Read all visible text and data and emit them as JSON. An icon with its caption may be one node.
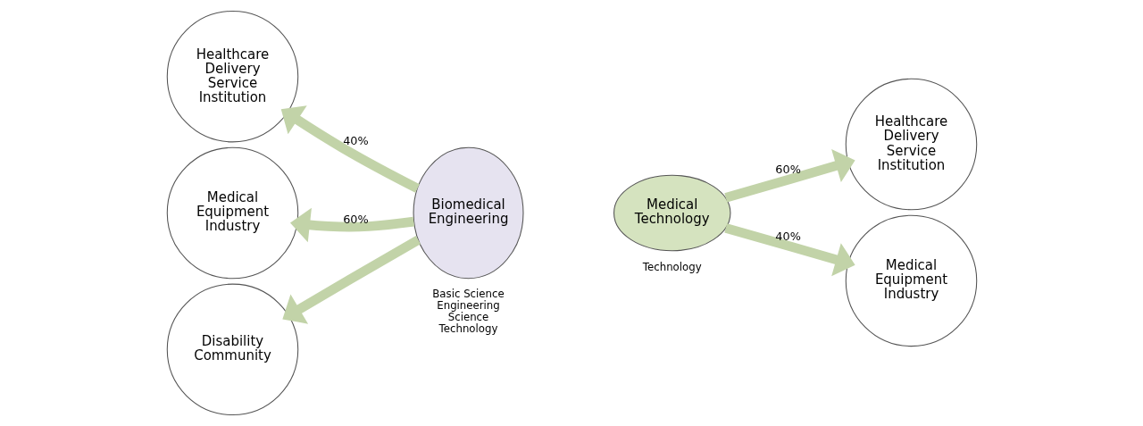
{
  "diagram": {
    "nodes": [
      {
        "text": [
          "Healthcare Delivery Service Institution"
        ]
      },
      {
        "text": [
          "Medical Equipment Industry"
        ]
      },
      {
        "text": [
          "Disability Community"
        ]
      },
      {
        "text": [
          "Biomedical Engineering"
        ],
        "beside": [
          "Basic Science Engineering Science Technology"
        ]
      },
      {
        "text": [
          "Medical Technology"
        ],
        "beside": [
          "Technology"
        ]
      },
      {
        "text": [
          "Healthcare Delivery Service Institution"
        ]
      },
      {
        "text": [
          "Medical Equipment Industry"
        ]
      }
    ],
    "edges": [
      {
        "from": 3,
        "to": 0,
        "arrow": "to",
        "label": "40%"
      },
      {
        "from": 3,
        "to": 1,
        "arrow": "to",
        "label": "60%"
      },
      {
        "from": 3,
        "to": 2,
        "arrow": "to"
      },
      {
        "from": 4,
        "to": 5,
        "arrow": "to",
        "label": "60%"
      },
      {
        "from": 4,
        "to": 6,
        "arrow": "to",
        "label": "40%"
      }
    ]
  }
}
